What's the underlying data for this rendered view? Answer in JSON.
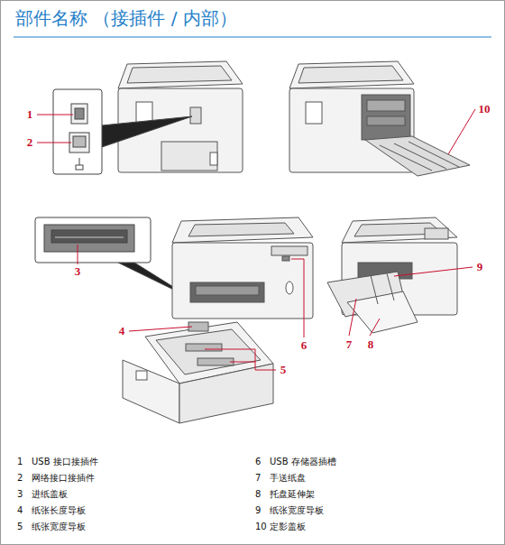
{
  "diagram": {
    "title": "部件名称 （接插件 / 内部）",
    "labels": [
      "1",
      "2",
      "10",
      "3",
      "9",
      "4",
      "6",
      "7",
      "8",
      "5",
      "1",
      "USB 接口接插件",
      "6",
      "USB 存储器插槽",
      "2",
      "网络接口接插件",
      "7",
      "手送纸盘",
      "3",
      "进纸盖板",
      "8",
      "托盘延伸架",
      "4",
      "纸张长度导板",
      "9",
      "纸张宽度导板",
      "5",
      "纸张宽度导板",
      "10",
      "定影盖板"
    ]
  }
}
